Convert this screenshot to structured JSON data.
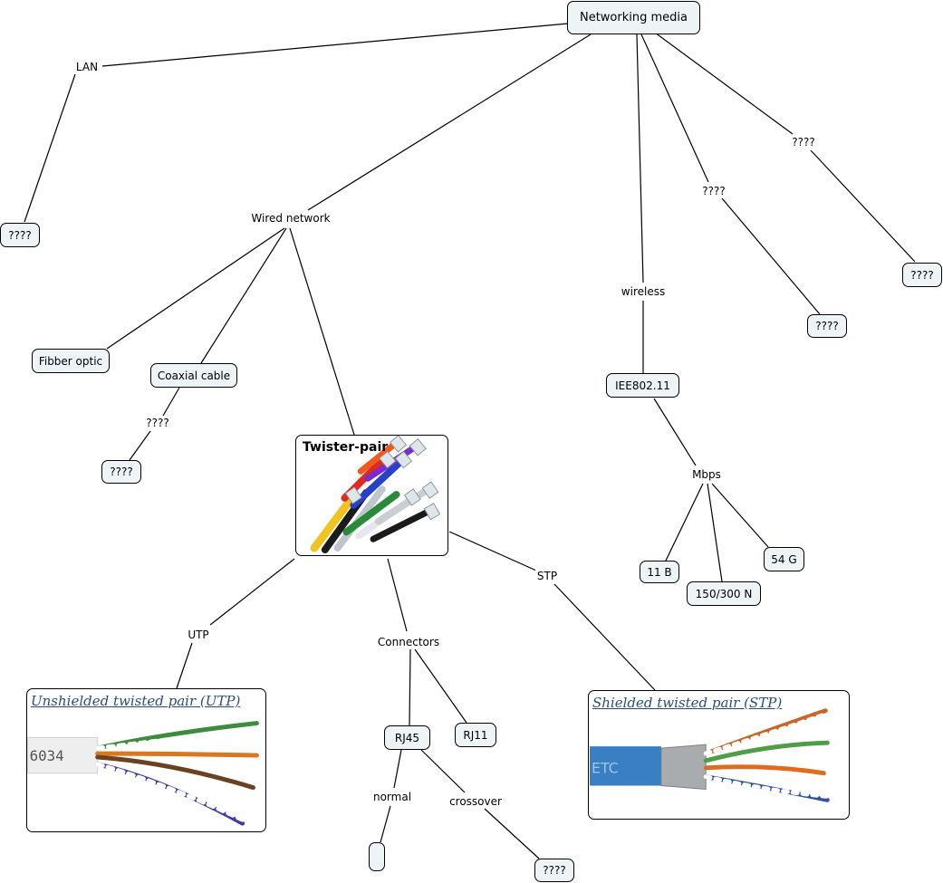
{
  "root": "Networking media",
  "nodes": {
    "lan_target": "????",
    "fibber": "Fibber optic",
    "coaxial": "Coaxial cable",
    "coax_target": "????",
    "twisted_pair": "Twister-pair",
    "ieee": "IEE802.11",
    "b11": "11 B",
    "n150": "150/300 N",
    "g54": "54 G",
    "right_target_1": "????",
    "right_target_2": "????",
    "rj45": "RJ45",
    "rj11": "RJ11",
    "normal_target": "",
    "crossover_target": "????",
    "utp_box_title": "Unshielded twisted pair (UTP)",
    "utp_cable_text": "6034",
    "stp_box_title": "Shielded twisted pair (STP)",
    "stp_cable_text": "ETC"
  },
  "labels": {
    "lan": "LAN",
    "wired": "Wired network",
    "wireless": "wireless",
    "q_mid": "????",
    "q_right": "????",
    "coax_q": "????",
    "mbps": "Mbps",
    "utp": "UTP",
    "connectors": "Connectors",
    "stp": "STP",
    "normal": "normal",
    "crossover": "crossover"
  },
  "colors": {
    "node_fill": "#eef3f6",
    "line": "#000000",
    "image_title": "#2a4f7a"
  }
}
